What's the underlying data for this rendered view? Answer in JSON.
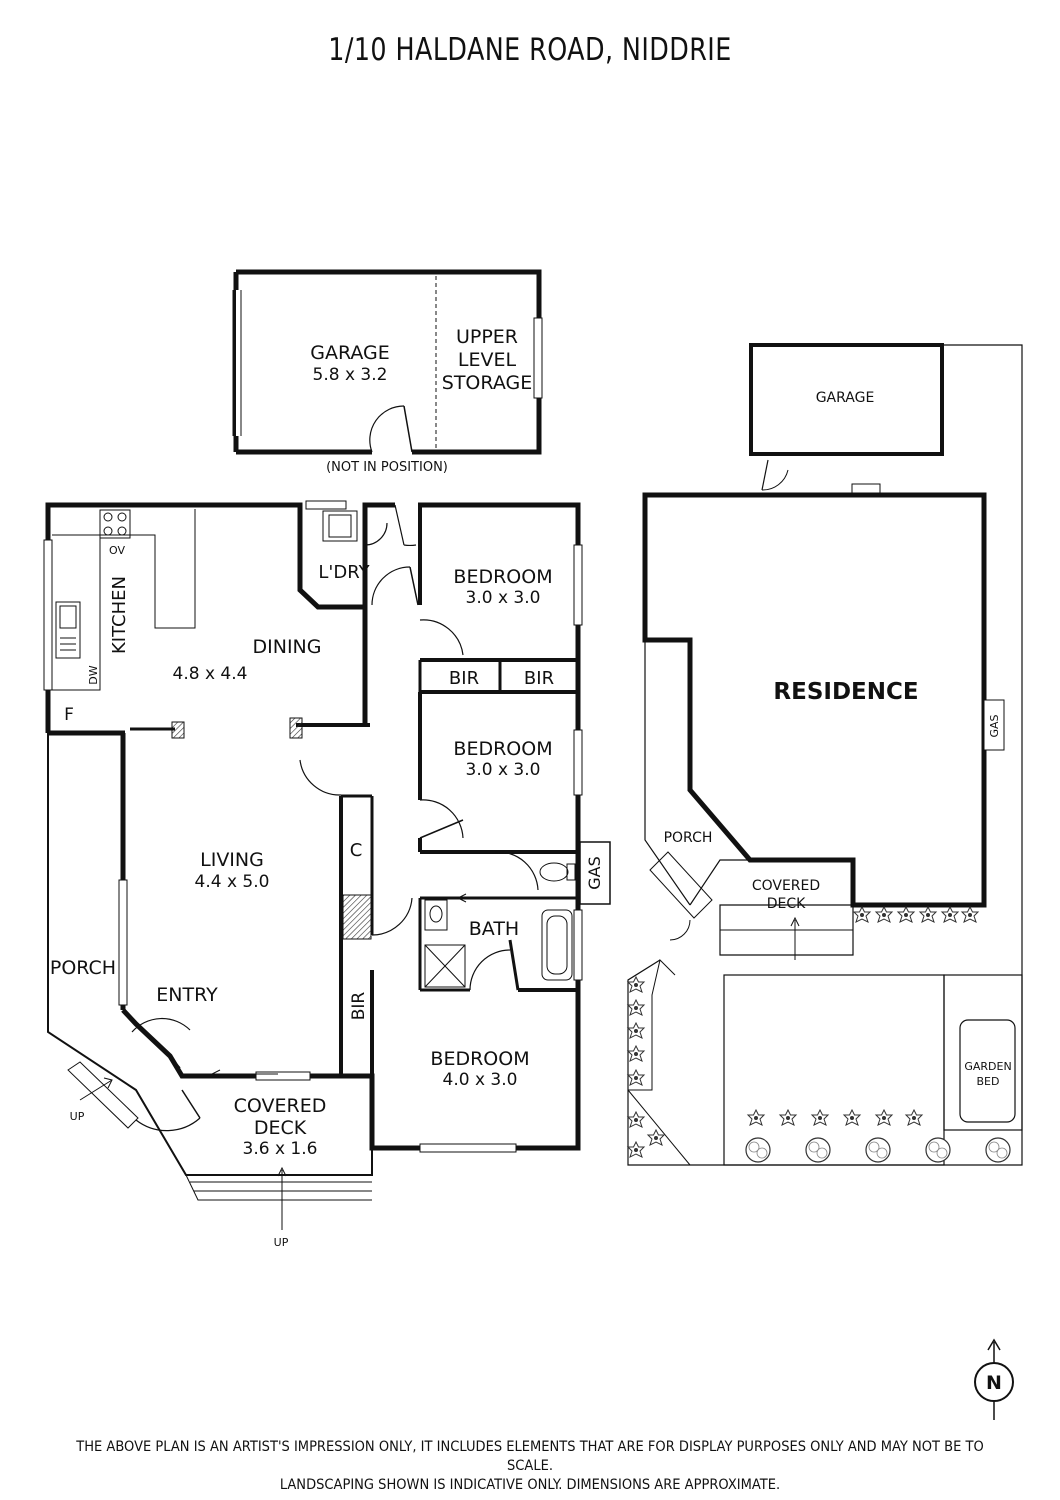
{
  "title": "1/10 HALDANE ROAD, NIDDRIE",
  "main_plan": {
    "garage": {
      "label": "GARAGE",
      "dims": "5.8 x 3.2"
    },
    "upper_storage": {
      "line1": "UPPER",
      "line2": "LEVEL",
      "line3": "STORAGE"
    },
    "not_in_position": "(NOT IN POSITION)",
    "kitchen": {
      "label": "KITCHEN"
    },
    "oven": "OV",
    "dishwasher": "DW",
    "fridge": "F",
    "laundry": {
      "label": "L'DRY"
    },
    "dining": {
      "label": "DINING",
      "dims": "4.8 x 4.4"
    },
    "bedroom1": {
      "label": "BEDROOM",
      "dims": "3.0 x 3.0"
    },
    "bir1": "BIR",
    "bir2": "BIR",
    "bedroom2": {
      "label": "BEDROOM",
      "dims": "3.0 x 3.0"
    },
    "living": {
      "label": "LIVING",
      "dims": "4.4 x 5.0"
    },
    "cupboard": "C",
    "gas": "GAS",
    "bath": {
      "label": "BATH"
    },
    "porch": {
      "label": "PORCH"
    },
    "entry": {
      "label": "ENTRY"
    },
    "bir3": "BIR",
    "bedroom3": {
      "label": "BEDROOM",
      "dims": "4.0 x 3.0"
    },
    "covered_deck": {
      "line1": "COVERED",
      "line2": "DECK",
      "dims": "3.6 x 1.6"
    },
    "up_porch": "UP",
    "up_deck": "UP"
  },
  "site_plan": {
    "garage": "GARAGE",
    "residence": "RESIDENCE",
    "gas": "GAS",
    "porch": "PORCH",
    "covered_deck": {
      "line1": "COVERED",
      "line2": "DECK"
    },
    "garden_bed": {
      "line1": "GARDEN",
      "line2": "BED"
    }
  },
  "compass": {
    "letter": "N",
    "icon": "north-arrow-icon"
  },
  "disclaimer": {
    "line1": "THE ABOVE PLAN IS AN ARTIST'S IMPRESSION ONLY, IT INCLUDES ELEMENTS THAT ARE FOR DISPLAY PURPOSES ONLY AND MAY NOT BE TO SCALE.",
    "line2": "LANDSCAPING SHOWN IS INDICATIVE ONLY. DIMENSIONS ARE APPROXIMATE."
  }
}
